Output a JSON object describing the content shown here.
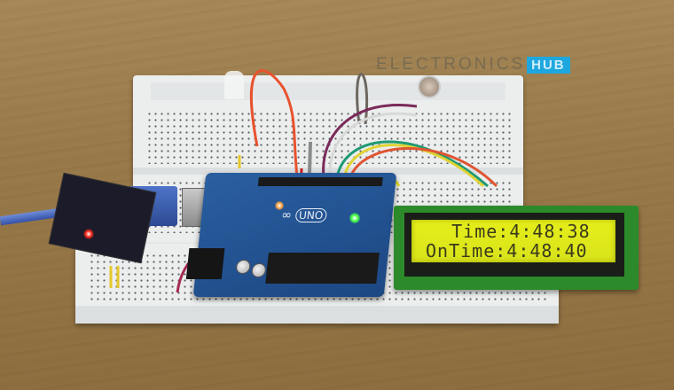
{
  "image": {
    "description": "Arduino UNO on breadboard with RTC module, LDR, white LED and 16x2 LCD display",
    "watermark": {
      "text": "ELECTRONICS",
      "badge": "HUB",
      "badge_color": "#1ea7df"
    },
    "lcd": {
      "line1": "   Time:4:48:38",
      "line2": "OnTime:4:48:40",
      "backlight_color": "#e2ea1c"
    },
    "arduino": {
      "board_label": "UNO",
      "board_color": "#2a5fa0"
    },
    "indicators": {
      "rtc_led_color": "#ff2a1a",
      "power_led_color": "#44ff44",
      "tx_led_color": "#ffa040"
    }
  }
}
